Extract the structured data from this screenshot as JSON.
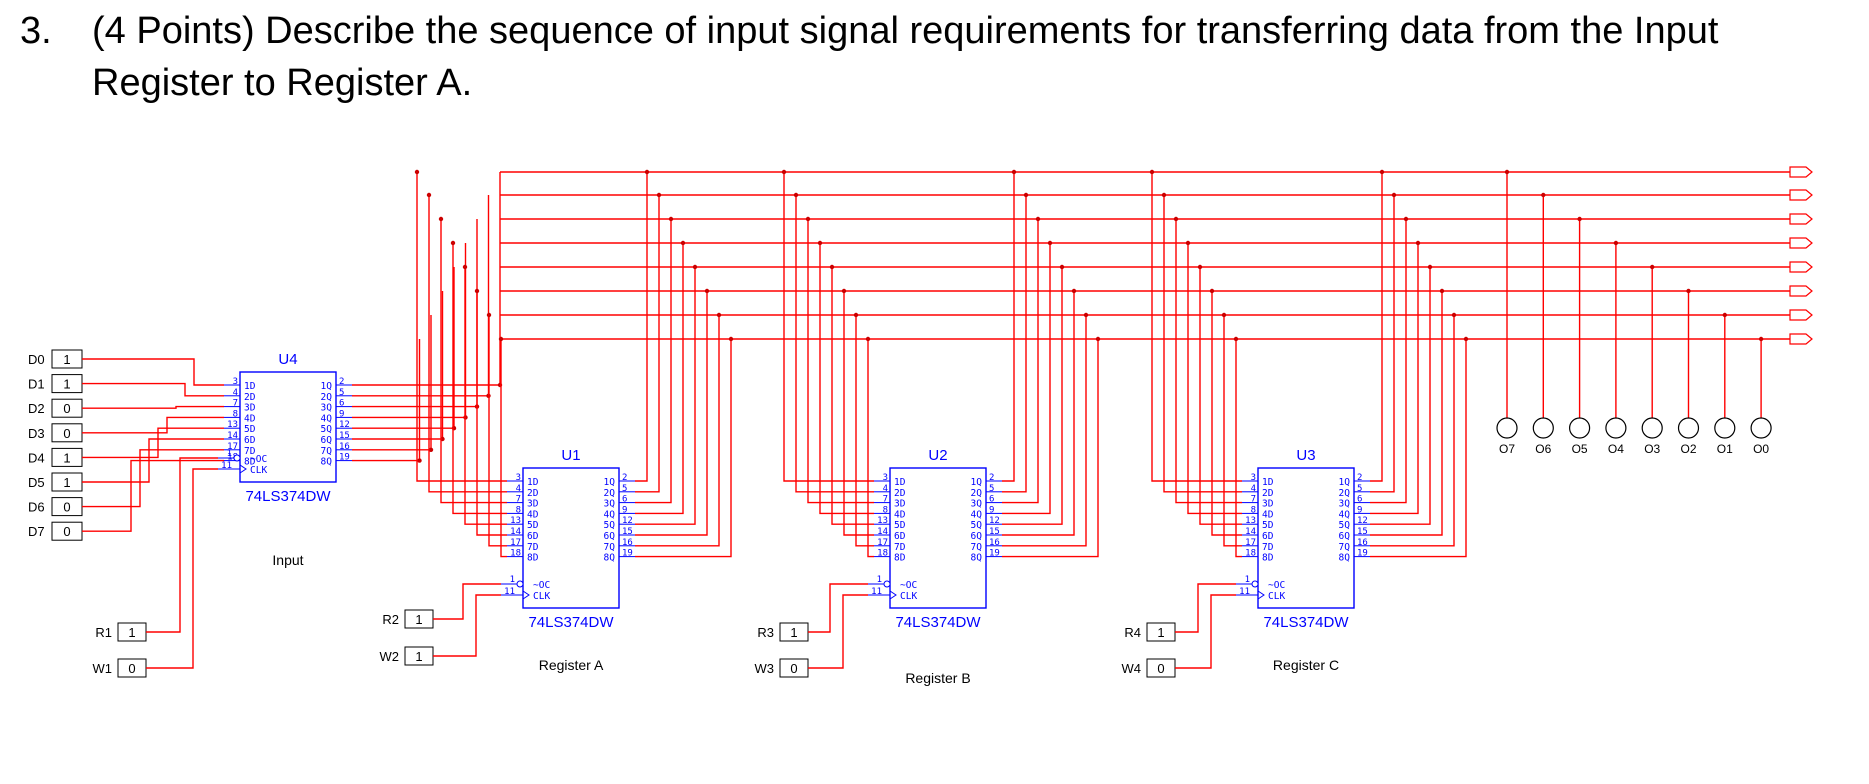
{
  "question": {
    "number": "3.",
    "line1": "(4 Points) Describe the sequence of input signal requirements for transferring data from the Input",
    "line2": "Register to Register A."
  },
  "colors": {
    "wire": "#ff0000",
    "chip": "#0000ff",
    "text": "#000000",
    "junction": "#cc0000"
  },
  "inputs": [
    {
      "name": "D0",
      "value": "1"
    },
    {
      "name": "D1",
      "value": "1"
    },
    {
      "name": "D2",
      "value": "0"
    },
    {
      "name": "D3",
      "value": "0"
    },
    {
      "name": "D4",
      "value": "1"
    },
    {
      "name": "D5",
      "value": "1"
    },
    {
      "name": "D6",
      "value": "0"
    },
    {
      "name": "D7",
      "value": "0"
    }
  ],
  "controls": [
    {
      "name": "R1",
      "value": "1"
    },
    {
      "name": "W1",
      "value": "0"
    },
    {
      "name": "R2",
      "value": "1"
    },
    {
      "name": "W2",
      "value": "1"
    },
    {
      "name": "R3",
      "value": "1"
    },
    {
      "name": "W3",
      "value": "0"
    },
    {
      "name": "R4",
      "value": "1"
    },
    {
      "name": "W4",
      "value": "0"
    }
  ],
  "chips": [
    {
      "ref": "U4",
      "part": "74LS374DW",
      "caption": "Input"
    },
    {
      "ref": "U1",
      "part": "74LS374DW",
      "caption": "Register A"
    },
    {
      "ref": "U2",
      "part": "74LS374DW",
      "caption": "Register B"
    },
    {
      "ref": "U3",
      "part": "74LS374DW",
      "caption": "Register C"
    }
  ],
  "pins": {
    "d_labels": [
      "1D",
      "2D",
      "3D",
      "4D",
      "5D",
      "6D",
      "7D",
      "8D"
    ],
    "q_labels": [
      "1Q",
      "2Q",
      "3Q",
      "4Q",
      "5Q",
      "6Q",
      "7Q",
      "8Q"
    ],
    "d_nums": [
      "3",
      "4",
      "7",
      "8",
      "13",
      "14",
      "17",
      "18"
    ],
    "q_nums": [
      "2",
      "5",
      "6",
      "9",
      "12",
      "15",
      "16",
      "19"
    ],
    "oc_label": "~OC",
    "clk_label": "CLK",
    "oc_num": "1",
    "clk_num": "11"
  },
  "outputs": [
    "O7",
    "O6",
    "O5",
    "O4",
    "O3",
    "O2",
    "O1",
    "O0"
  ]
}
